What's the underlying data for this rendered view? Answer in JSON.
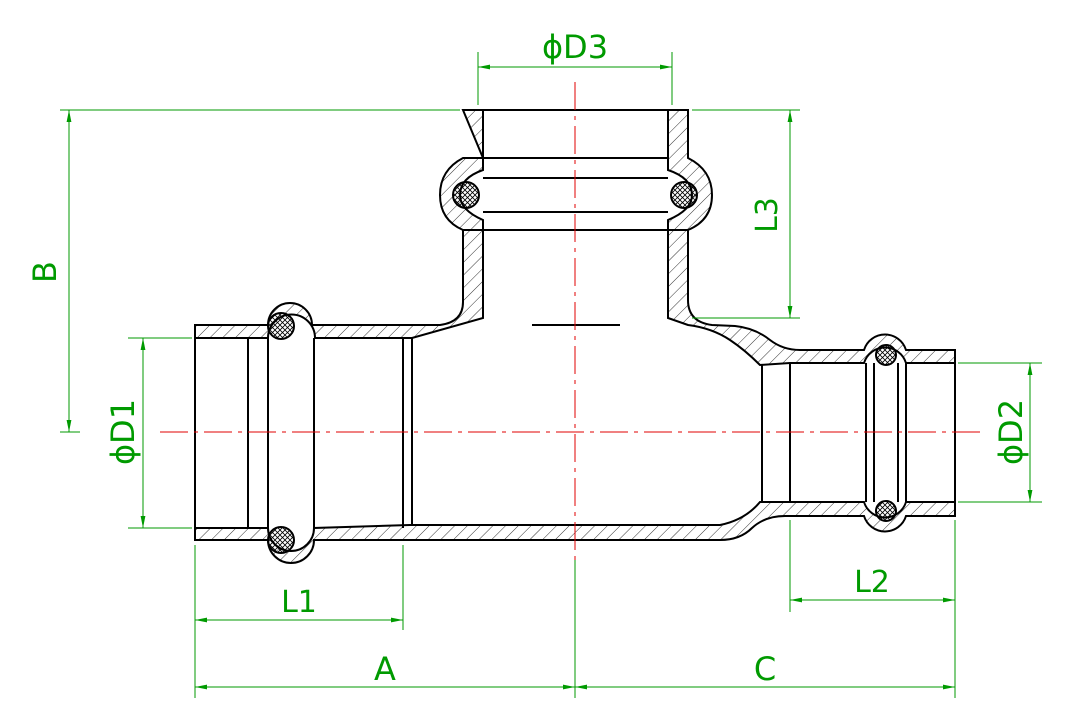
{
  "drawing": {
    "labels": {
      "d3": "ϕD3",
      "d1": "ϕD1",
      "d2": "ϕD2",
      "b": "B",
      "l3": "L3",
      "l1": "L1",
      "l2": "L2",
      "a": "A",
      "c": "C"
    },
    "colors": {
      "outline": "#000000",
      "dimension": "#009a00",
      "centerline": "#e00000",
      "hatch": "#000000"
    }
  }
}
